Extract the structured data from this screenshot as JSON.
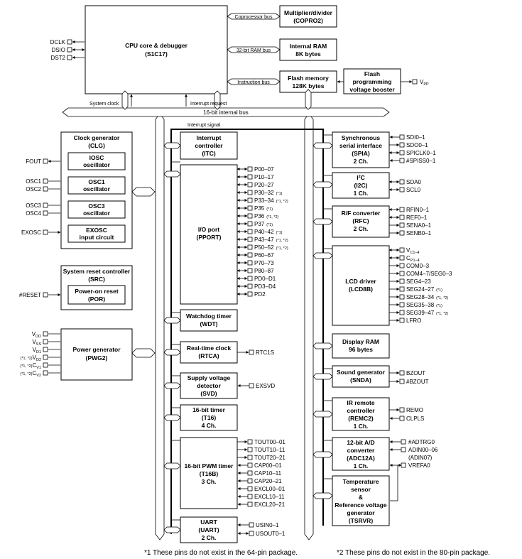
{
  "cpu": {
    "title": "CPU core & debugger",
    "sub": "(S1C17)"
  },
  "cpu_pins": [
    "DCLK",
    "DSIO",
    "DST2"
  ],
  "copro": {
    "title": "Multiplier/divider",
    "sub": "(COPRO2)",
    "bus": "Coprocessor bus"
  },
  "ram": {
    "title": "Internal RAM",
    "sub": "8K bytes",
    "bus": "32-bit RAM bus"
  },
  "flash": {
    "title": "Flash memory",
    "sub": "128K bytes",
    "bus": "Instruction bus"
  },
  "fpvb": {
    "l1": "Flash",
    "l2": "programming",
    "l3": "voltage booster",
    "pin": "V",
    "pin_sub": "PP"
  },
  "labels": {
    "system_clock": "System clock",
    "interrupt_request": "Interrupt request",
    "internal_bus": "16-bit internal bus",
    "interrupt_signal": "Interrupt signal"
  },
  "clg": {
    "title": "Clock generator",
    "sub": "(CLG)",
    "iosc1": "IOSC",
    "iosc2": "oscillator",
    "osc1_1": "OSC1",
    "osc1_2": "oscillator",
    "osc3_1": "OSC3",
    "osc3_2": "oscillator",
    "exosc1": "EXOSC",
    "exosc2": "input circuit",
    "pins": [
      "FOUT",
      "OSC1",
      "OSC2",
      "OSC3",
      "OSC4",
      "EXOSC"
    ]
  },
  "src": {
    "title": "System reset controller",
    "sub": "(SRC)",
    "por1": "Power-on reset",
    "por2": "(POR)",
    "pin": "#RESET"
  },
  "pwg": {
    "title": "Power generator",
    "sub": "(PWG2)",
    "pins": [
      {
        "note": "",
        "name": "V",
        "sub": "DD"
      },
      {
        "note": "",
        "name": "V",
        "sub": "SS"
      },
      {
        "note": "",
        "name": "V",
        "sub": "D1"
      },
      {
        "note": "(*1, *2)",
        "name": "V",
        "sub": "D2"
      },
      {
        "note": "(*1, *2)",
        "name": "C",
        "sub": "V1"
      },
      {
        "note": "(*1, *2)",
        "name": "C",
        "sub": "V2"
      }
    ]
  },
  "itc": {
    "l1": "Interrupt",
    "l2": "controller",
    "l3": "(ITC)"
  },
  "pport": {
    "l1": "I/O port",
    "l2": "(PPORT)",
    "pins": [
      {
        "name": "P00–07",
        "note": ""
      },
      {
        "name": "P10–17",
        "note": ""
      },
      {
        "name": "P20–27",
        "note": ""
      },
      {
        "name": "P30–32",
        "note": "(*1)"
      },
      {
        "name": "P33–34",
        "note": "(*1, *2)"
      },
      {
        "name": "P35",
        "note": "(*1)"
      },
      {
        "name": "P36",
        "note": "(*1, *2)"
      },
      {
        "name": "P37",
        "note": "(*1)"
      },
      {
        "name": "P40–42",
        "note": "(*1)"
      },
      {
        "name": "P43–47",
        "note": "(*1, *2)"
      },
      {
        "name": "P50–52",
        "note": "(*1, *2)"
      },
      {
        "name": "P60–67",
        "note": ""
      },
      {
        "name": "P70–73",
        "note": ""
      },
      {
        "name": "P80–87",
        "note": ""
      },
      {
        "name": "PD0–D1",
        "note": ""
      },
      {
        "name": "PD3–D4",
        "note": ""
      },
      {
        "name": "PD2",
        "note": ""
      }
    ]
  },
  "wdt": {
    "l1": "Watchdog timer",
    "l2": "(WDT)"
  },
  "rtca": {
    "l1": "Real-time clock",
    "l2": "(RTCA)",
    "pin": "RTC1S"
  },
  "svd": {
    "l1": "Supply voltage",
    "l2": "detector",
    "l3": "(SVD)",
    "pin": "EXSVD"
  },
  "t16": {
    "l1": "16-bit timer",
    "l2": "(T16)",
    "l3": "4 Ch."
  },
  "t16b": {
    "l1": "16-bit PWM timer",
    "l2": "(T16B)",
    "l3": "3 Ch.",
    "pins": [
      "TOUT00–01",
      "TOUT10–11",
      "TOUT20–21",
      "CAP00–01",
      "CAP10–11",
      "CAP20–21",
      "EXCL00–01",
      "EXCL10–11",
      "EXCL20–21"
    ]
  },
  "uart": {
    "l1": "UART",
    "l2": "(UART)",
    "l3": "2 Ch.",
    "pins": [
      "USIN0–1",
      "USOUT0–1"
    ]
  },
  "spia": {
    "l1": "Synchronous",
    "l2": "serial interface",
    "l3": "(SPIA)",
    "l4": "2 Ch.",
    "pins": [
      "SDI0–1",
      "SDO0–1",
      "SPICLK0–1",
      "#SPISS0–1"
    ]
  },
  "i2c": {
    "l1": "I",
    "l1_sup": "2",
    "l1_end": "C",
    "l2": "(I2C)",
    "l3": "1 Ch.",
    "pins": [
      "SDA0",
      "SCL0"
    ]
  },
  "rfc": {
    "l1": "R/F converter",
    "l2": "(RFC)",
    "l3": "2 Ch.",
    "pins": [
      "RFIN0–1",
      "REF0–1",
      "SENA0–1",
      "SENB0–1"
    ]
  },
  "lcd": {
    "l1": "LCD driver",
    "l2": "(LCD8B)",
    "pins": [
      {
        "name": "V",
        "sub": "C1–4",
        "note": ""
      },
      {
        "name": "C",
        "sub": "P1–4",
        "note": ""
      },
      {
        "name": "COM0–3",
        "sub": "",
        "note": ""
      },
      {
        "name": "COM4–7/SEG0–3",
        "sub": "",
        "note": ""
      },
      {
        "name": "SEG4–23",
        "sub": "",
        "note": ""
      },
      {
        "name": "SEG24–27",
        "sub": "",
        "note": "(*1)"
      },
      {
        "name": "SEG28–34",
        "sub": "",
        "note": "(*1, *2)"
      },
      {
        "name": "SEG35–38",
        "sub": "",
        "note": "(*1)"
      },
      {
        "name": "SEG39–47",
        "sub": "",
        "note": "(*1, *2)"
      },
      {
        "name": "LFRO",
        "sub": "",
        "note": ""
      }
    ]
  },
  "dram": {
    "l1": "Display RAM",
    "l2": "96 bytes"
  },
  "snda": {
    "l1": "Sound generator",
    "l2": "(SNDA)",
    "pins": [
      "BZOUT",
      "#BZOUT"
    ]
  },
  "remc": {
    "l1": "IR remote",
    "l2": "controller",
    "l3": "(REMC2)",
    "l4": "1 Ch.",
    "pins": [
      "REMO",
      "CLPLS"
    ]
  },
  "adc": {
    "l1": "12-bit A/D",
    "l2": "converter",
    "l3": "(ADC12A)",
    "l4": "1 Ch.",
    "pins": [
      "#ADTRG0",
      "ADIN00–06",
      "(ADIN07)",
      "VREFA0"
    ]
  },
  "tsrvr": {
    "l1": "Temperature",
    "l2": "sensor",
    "l3": "&",
    "l4": "Reference voltage",
    "l5": "generator",
    "l6": "(TSRVR)"
  },
  "footnotes": {
    "n1": "*1  These pins do not exist in the 64-pin package.",
    "n2": "*2  These pins do not exist in the 80-pin package."
  }
}
